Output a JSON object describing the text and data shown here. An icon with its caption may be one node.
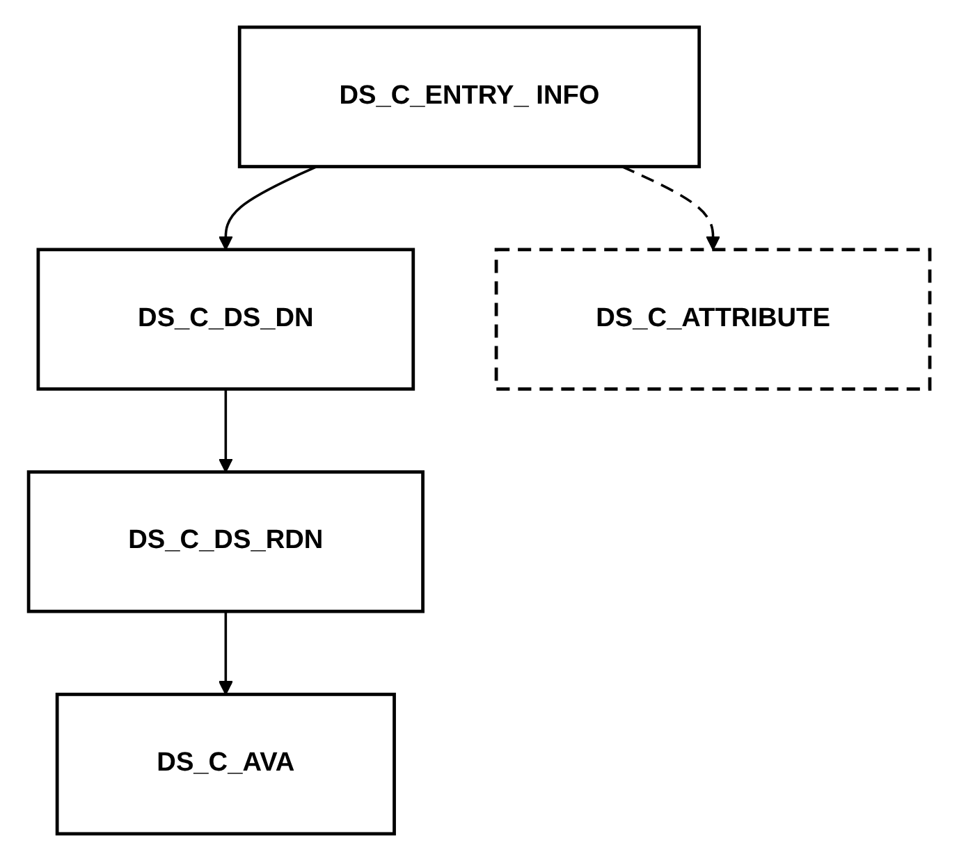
{
  "diagram": {
    "nodes": [
      {
        "text": [
          "DS_C_ENTRY_ INFO"
        ]
      },
      {
        "text": [
          "DS_C_DS_DN"
        ]
      },
      {
        "text": [
          "DS_C_ATTRIBUTE"
        ]
      },
      {
        "text": [
          "DS_C_DS_RDN"
        ]
      },
      {
        "text": [
          "DS_C_AVA"
        ]
      }
    ],
    "edges": [
      {
        "from": 0,
        "to": 1,
        "arrow": "to"
      },
      {
        "from": 0,
        "to": 2,
        "arrow": "to",
        "style": "dashed"
      },
      {
        "from": 1,
        "to": 3,
        "arrow": "to"
      },
      {
        "from": 3,
        "to": 4,
        "arrow": "to"
      }
    ]
  }
}
